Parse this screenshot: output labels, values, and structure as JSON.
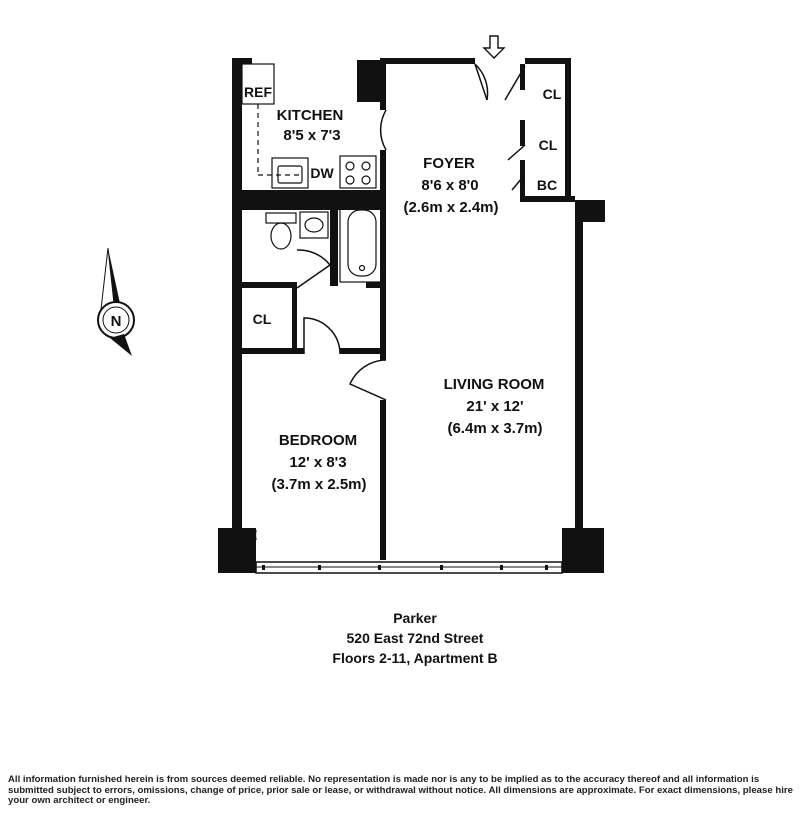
{
  "rooms": {
    "kitchen": {
      "name": "KITCHEN",
      "size": "8'5 x 7'3"
    },
    "foyer": {
      "name": "FOYER",
      "size": "8'6 x 8'0",
      "metric": "(2.6m x 2.4m)"
    },
    "living": {
      "name": "LIVING ROOM",
      "size": "21' x 12'",
      "metric": "(6.4m x 3.7m)"
    },
    "bedroom": {
      "name": "BEDROOM",
      "size": "12' x 8'3",
      "metric": "(3.7m x 2.5m)"
    }
  },
  "fixtures": {
    "ref": "REF",
    "dw": "DW",
    "closet": "CL",
    "bc": "BC"
  },
  "compass": "N",
  "address": {
    "building": "Parker",
    "street": "520 East 72nd Street",
    "unit": "Floors 2-11, Apartment B"
  },
  "disclaimer": "All information furnished herein is from sources deemed reliable.  No representation is made nor is any to be implied as to the accuracy thereof and all information is submitted subject to errors, omissions, change of price, prior sale or lease, or withdrawal without notice.  All dimensions are approximate.  For exact dimensions, please hire your own architect or engineer."
}
